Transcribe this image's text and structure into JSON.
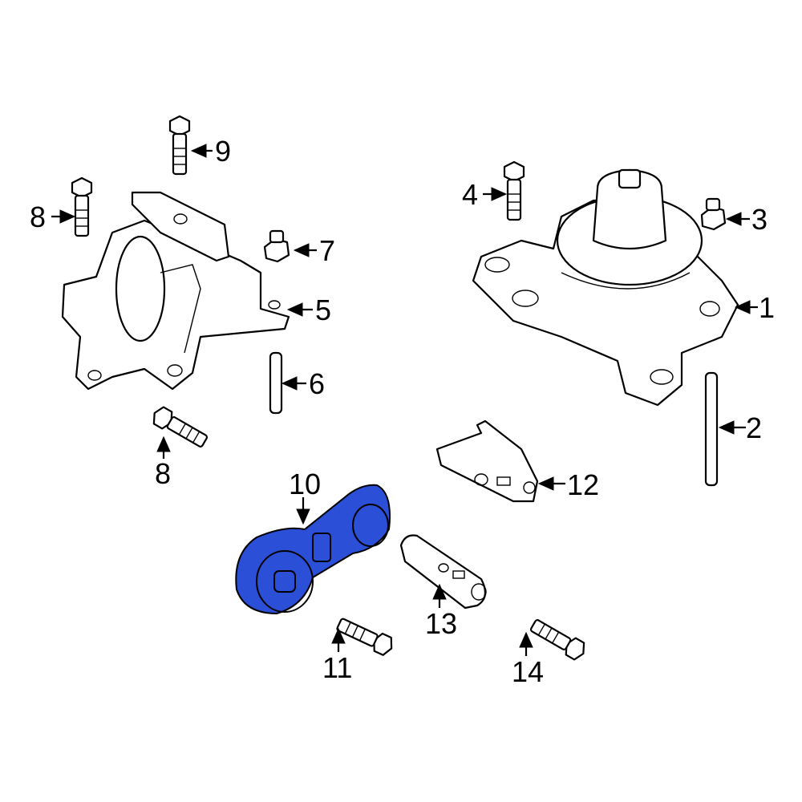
{
  "highlight_color": "#2b4fd6",
  "highlighted_part": "10",
  "callouts": [
    {
      "id": "c1",
      "text": "1"
    },
    {
      "id": "c2",
      "text": "2"
    },
    {
      "id": "c3",
      "text": "3"
    },
    {
      "id": "c4",
      "text": "4"
    },
    {
      "id": "c5",
      "text": "5"
    },
    {
      "id": "c6",
      "text": "6"
    },
    {
      "id": "c7",
      "text": "7"
    },
    {
      "id": "c8a",
      "text": "8"
    },
    {
      "id": "c8b",
      "text": "8"
    },
    {
      "id": "c9",
      "text": "9"
    },
    {
      "id": "c10",
      "text": "10"
    },
    {
      "id": "c11",
      "text": "11"
    },
    {
      "id": "c12",
      "text": "12"
    },
    {
      "id": "c13",
      "text": "13"
    },
    {
      "id": "c14",
      "text": "14"
    }
  ]
}
